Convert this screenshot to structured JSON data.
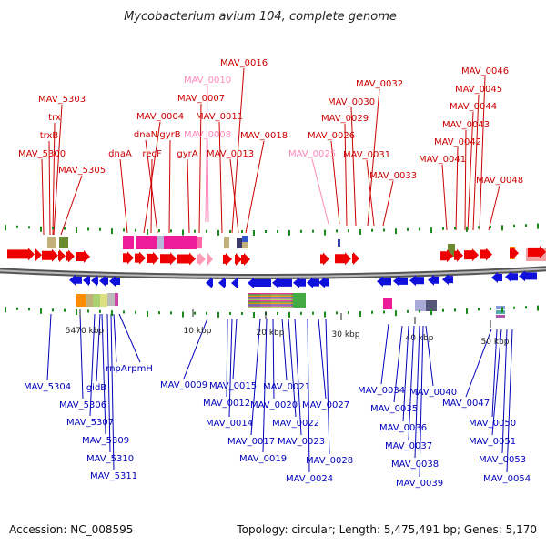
{
  "title": "Mycobacterium avium 104, complete genome",
  "footer": {
    "accession": "Accession: NC_008595",
    "topology": "Topology: circular; Length: 5,475,491 bp; Genes: 5,170"
  },
  "colors": {
    "forward_gene": "#ee0000",
    "forward_gene_light": "#ff9ab4",
    "reverse_gene": "#1010dd",
    "forward_label": "#cc0000",
    "pseudo_label": "#ff88bb",
    "reverse_label": "#0000bb",
    "ruler": "#1a8a1a",
    "backbone": "#888888"
  },
  "icons": {
    "forward_gene": "right-arrow-icon",
    "reverse_gene": "left-arrow-icon"
  },
  "scale_ticks": [
    "5470 kbp",
    "10 kbp",
    "20 kbp",
    "30 kbp",
    "40 kbp",
    "50 kbp"
  ],
  "top_labels": [
    "MAV_5303",
    "trx",
    "trxB",
    "MAV_5300",
    "MAV_5305",
    "dnaA",
    "MAV_0004",
    "recF",
    "dnaN",
    "gyrB",
    "MAV_0010",
    "MAV_0007",
    "MAV_0008",
    "MAV_0011",
    "gyrA",
    "MAV_0016",
    "MAV_0013",
    "MAV_0018",
    "MAV_0025",
    "MAV_0026",
    "MAV_0029",
    "MAV_0030",
    "MAV_0032",
    "MAV_0031",
    "MAV_0033",
    "MAV_0041",
    "MAV_0042",
    "MAV_0043",
    "MAV_0044",
    "MAV_0045",
    "MAV_0046",
    "MAV_0048"
  ],
  "bottom_labels": [
    "MAV_5304",
    "MAV_5306",
    "gidB",
    "MAV_5307",
    "rnpA",
    "rpmH",
    "MAV_5309",
    "MAV_5310",
    "MAV_5311",
    "MAV_0009",
    "MAV_0012",
    "MAV_0014",
    "MAV_0015",
    "MAV_0017",
    "MAV_0019",
    "MAV_0020",
    "MAV_0021",
    "MAV_0022",
    "MAV_0023",
    "MAV_0024",
    "MAV_0027",
    "MAV_0028",
    "MAV_0034",
    "MAV_0035",
    "MAV_0036",
    "MAV_0037",
    "MAV_0038",
    "MAV_0039",
    "MAV_0040",
    "MAV_0047",
    "MAV_0050",
    "MAV_0051",
    "MAV_0053",
    "MAV_0054"
  ]
}
